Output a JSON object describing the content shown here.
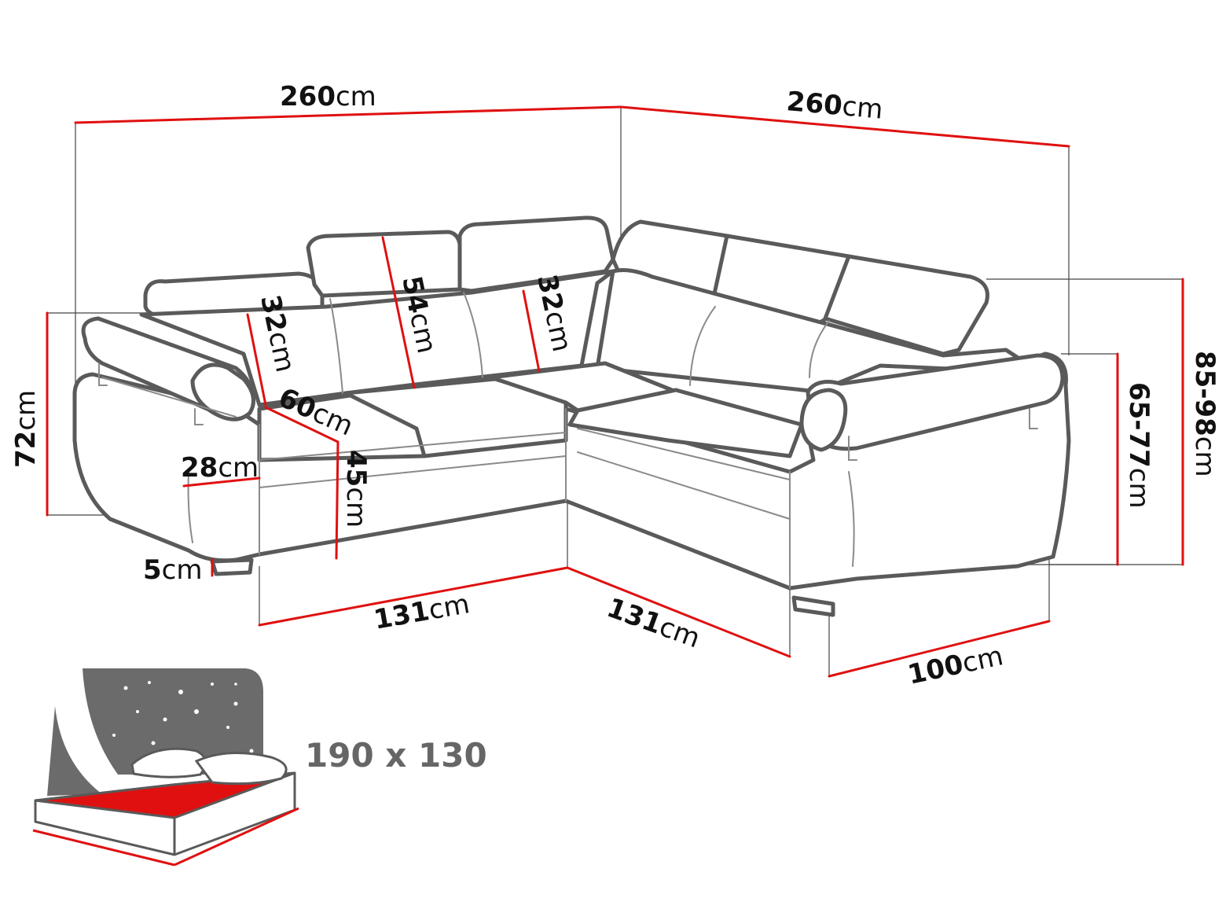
{
  "unit": "cm",
  "dimensions": {
    "total_width_left": "260",
    "total_width_right": "260",
    "height_left": "72",
    "height_right_armrest": "65-77",
    "height_right_total": "85-98",
    "headrest_left": "32",
    "headrest_mid": "54",
    "headrest_right": "32",
    "seat_depth": "60",
    "seat_height": "45",
    "armrest_width": "28",
    "leg_height": "5",
    "seat_len_left": "131",
    "seat_len_right": "131",
    "chaise_width": "100"
  },
  "bed_size": "190 x 130",
  "colors": {
    "dimension_line": "#e01010",
    "outline": "#5a5a5a",
    "bed_mattress": "#e01010",
    "bed_background": "#6b6b6b"
  },
  "icons": [
    "sofa-bed-icon",
    "pillow-icon",
    "star-icon"
  ]
}
